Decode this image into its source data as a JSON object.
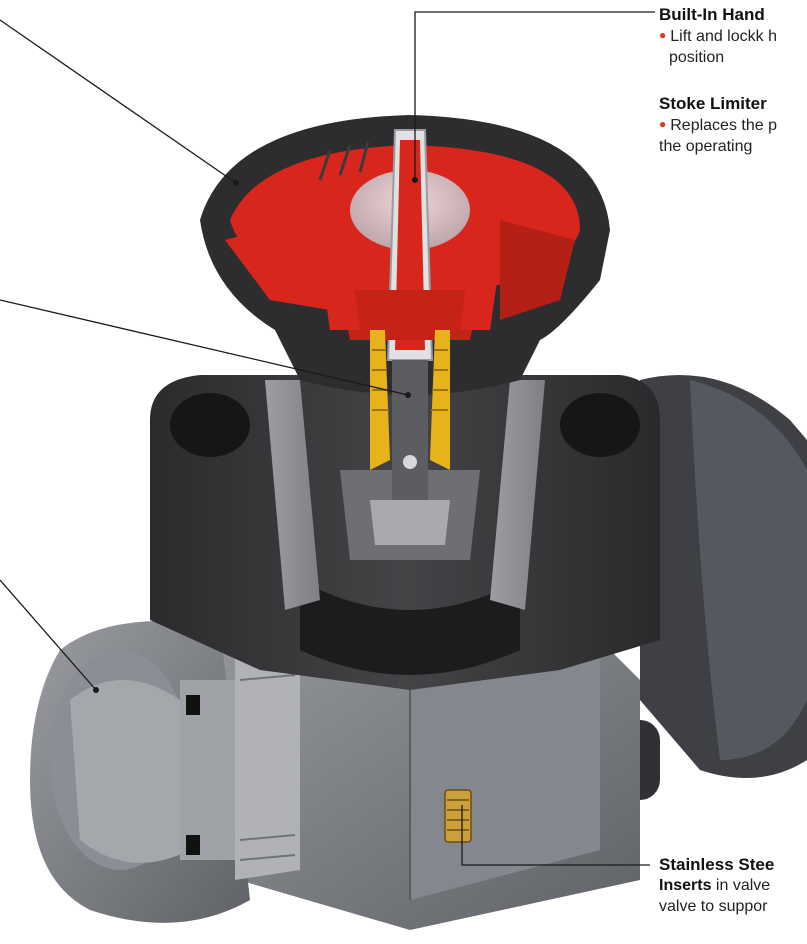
{
  "callouts": {
    "handwheel": {
      "title": "Built-In Hand",
      "lines": [
        "Lift and lockk h",
        "position"
      ]
    },
    "stroke_limiter": {
      "title": "Stoke Limiter",
      "lines": [
        "Replaces the p",
        "the operating"
      ]
    },
    "inserts": {
      "title": "Stainless Stee",
      "line1_bold": "Inserts",
      "line1_rest": " in valve",
      "line2": "valve to suppor"
    }
  },
  "colors": {
    "body": "#3a3a3c",
    "body_dark": "#252527",
    "cut_gray": "#8c8d90",
    "pvc": "#7d8086",
    "red": "#d8261c",
    "yellow": "#e8b31a",
    "bullet": "#d93a2b"
  }
}
